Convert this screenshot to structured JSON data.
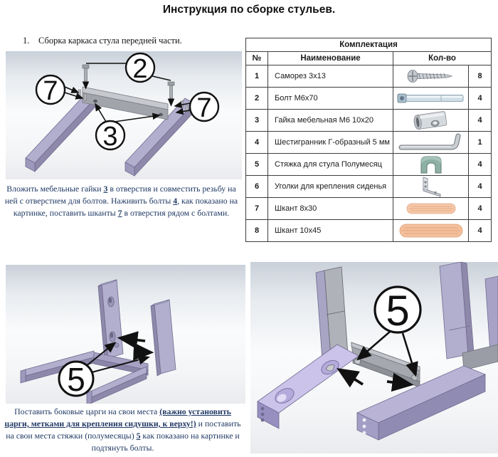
{
  "title": "Инструкция по сборке стульев.",
  "step1": {
    "number": "1.",
    "text": "Сборка каркаса стула передней части."
  },
  "instruction1": {
    "segments": [
      {
        "t": "Вложить мебельные гайки "
      },
      {
        "t": "3",
        "u": true
      },
      {
        "t": " в отверстия и совместить резьбу на ней с отверстием для болтов. Наживить болты "
      },
      {
        "t": "4",
        "u": true
      },
      {
        "t": ", как показано на картинке, поставить шканты "
      },
      {
        "t": "7",
        "u": true
      },
      {
        "t": " в отверстия рядом с болтами."
      }
    ]
  },
  "instruction2": {
    "segments": [
      {
        "t": "Поставить боковые царги на свои места "
      },
      {
        "t": "(важно установить царги, метками для крепления сидушки, к верху!)",
        "u": true
      },
      {
        "t": " и поставить на свои места стяжки (полумесяцы) "
      },
      {
        "t": "5",
        "u": true
      },
      {
        "t": " как показано на картинке и подтянуть болты."
      }
    ]
  },
  "table": {
    "title": "Комплектация",
    "headers": {
      "num": "№",
      "name": "Наименование",
      "qty": "Кол-во"
    },
    "rows": [
      {
        "num": "1",
        "name": "Саморез 3х13",
        "icon": "screw-icon",
        "qty": "8"
      },
      {
        "num": "2",
        "name": "Болт  М6х70",
        "icon": "bolt-icon",
        "qty": "4"
      },
      {
        "num": "3",
        "name": "Гайка мебельная М6 10х20",
        "icon": "barrel-nut-icon",
        "qty": "4"
      },
      {
        "num": "4",
        "name": "Шестигранник Г-образный 5 мм",
        "icon": "hex-key-icon",
        "qty": "1"
      },
      {
        "num": "5",
        "name": "Стяжка для стула Полумесяц",
        "icon": "half-moon-clamp-icon",
        "qty": "4"
      },
      {
        "num": "6",
        "name": "Уголки для крепления сиденья",
        "icon": "corner-bracket-icon",
        "qty": "4"
      },
      {
        "num": "7",
        "name": "Шкант 8х30",
        "icon": "dowel-small-icon",
        "qty": "4"
      },
      {
        "num": "8",
        "name": "Шкант 10х45",
        "icon": "dowel-large-icon",
        "qty": "4"
      }
    ]
  },
  "diagram1": {
    "callouts": {
      "c2": "2",
      "c7l": "7",
      "c3": "3",
      "c7r": "7"
    }
  },
  "diagram2": {
    "callout": "5"
  },
  "diagram3": {
    "callout": "5"
  }
}
